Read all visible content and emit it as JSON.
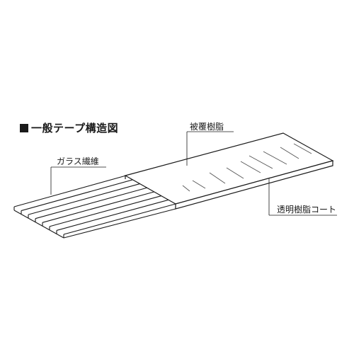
{
  "diagram": {
    "title": "一般テープ構造図",
    "labels": {
      "glass_fiber": "ガラス繊維",
      "coating_resin": "被覆樹脂",
      "clear_resin_coat": "透明樹脂コート"
    },
    "colors": {
      "line": "#1a1a1a",
      "hatch": "#555555",
      "background": "#ffffff"
    },
    "fiber_strand_count": 7
  }
}
